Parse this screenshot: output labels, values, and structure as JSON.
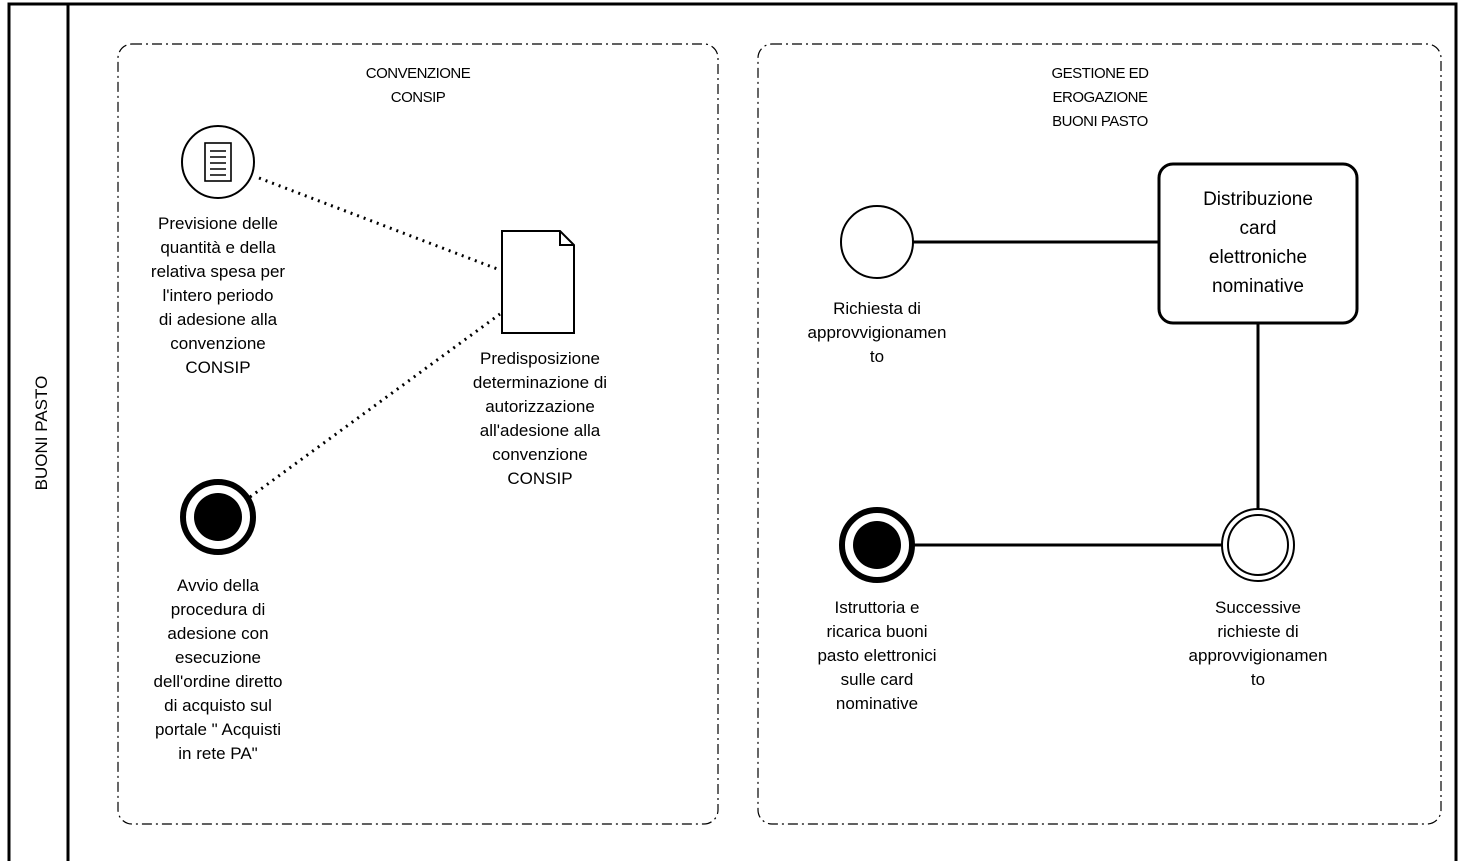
{
  "pool": {
    "label": "BUONI PASTO"
  },
  "groups": {
    "left": {
      "label": "CONVENZIONE\nCONSIP"
    },
    "right": {
      "label": "GESTIONE ED\nEROGAZIONE\nBUONI PASTO"
    }
  },
  "left": {
    "condition_event": {
      "label": "Previsione delle\nquantità e della\nrelativa spesa per\nl'intero periodo\ndi adesione alla\nconvenzione\nCONSIP",
      "icon": "document-lines-icon"
    },
    "document": {
      "label": "Predisposizione\ndeterminazione di\nautorizzazione\nall'adesione alla\nconvenzione\nCONSIP",
      "icon": "data-object-icon"
    },
    "end_event": {
      "label": "Avvio della\nprocedura di\nadesione con\nesecuzione\ndell'ordine diretto\ndi acquisto sul\nportale \" Acquisti\nin rete PA\""
    }
  },
  "right": {
    "start_event": {
      "label": "Richiesta di\napprovvigionamen\nto"
    },
    "task": {
      "label": "Distribuzione\ncard\nelettroniche\nnominative"
    },
    "intermediate_event": {
      "label": "Successive\nrichieste di\napprovvigionamen\nto"
    },
    "end_event": {
      "label": "Istruttoria e\nricarica buoni\npasto elettronici\nsulle card\nnominative"
    }
  }
}
